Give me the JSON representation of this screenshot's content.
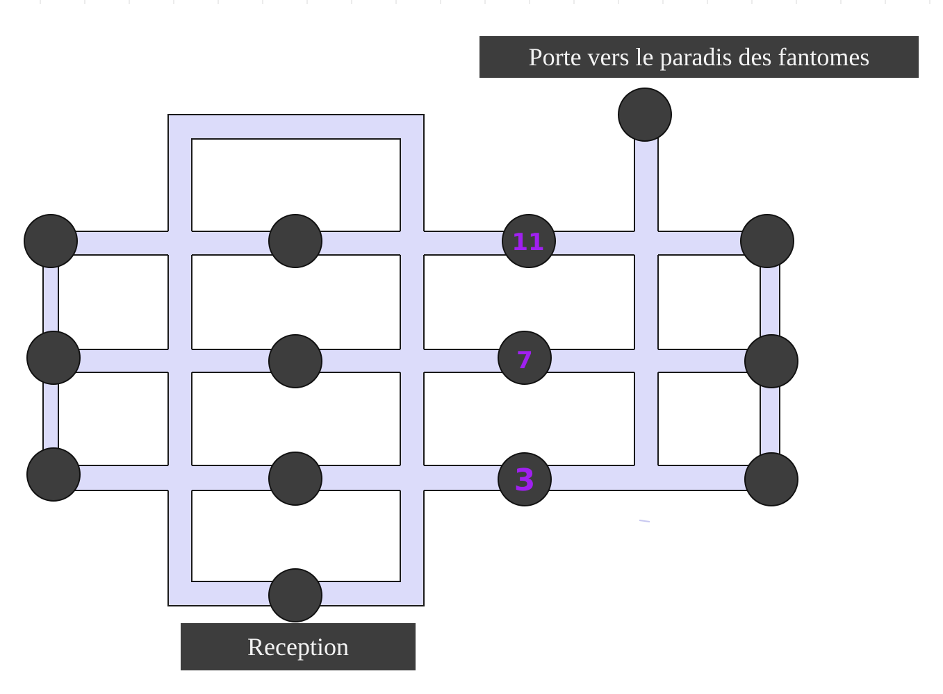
{
  "labels": {
    "top": "Porte vers le paradis des fantomes",
    "bottom": "Reception"
  },
  "node_numbers": {
    "row1_col3": "11",
    "row2_col3": "7",
    "row3_col3": "3"
  },
  "colors": {
    "corridor_fill": "#dcdcfa",
    "corridor_edge": "#1a1a1a",
    "node_fill": "#3d3d3d",
    "number": "#a020f0",
    "label_bg": "#3d3d3d",
    "label_text": "#f2f2f2"
  }
}
